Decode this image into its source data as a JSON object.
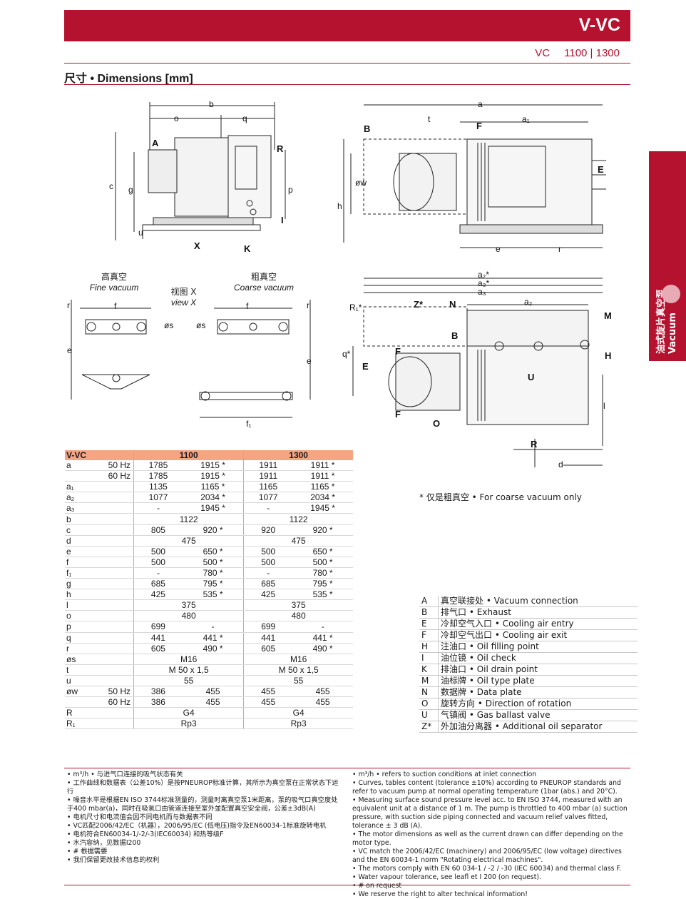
{
  "header": {
    "title": "V-VC",
    "models": [
      "VC",
      "1100",
      "1300"
    ]
  },
  "section_title": "尺寸 • Dimensions [mm]",
  "side_tab": {
    "zh": "油式旋片真空泵",
    "en": "Vacuum"
  },
  "drawing_labels": {
    "front": [
      "b",
      "o",
      "q",
      "A",
      "R",
      "c",
      "g",
      "p",
      "u",
      "I",
      "X",
      "K"
    ],
    "side": [
      "a",
      "t",
      "a1",
      "B",
      "F",
      "E",
      "øw",
      "h",
      "e",
      "r"
    ],
    "top": [
      "a2*",
      "a3*",
      "a3",
      "Z*",
      "N",
      "a2",
      "M",
      "R1*",
      "B",
      "H",
      "q*",
      "F",
      "E",
      "U",
      "F",
      "O",
      "l",
      "R",
      "d"
    ],
    "foot": [
      "f",
      "øs",
      "e",
      "r",
      "f",
      "øs",
      "r",
      "e",
      "f1"
    ]
  },
  "captions": {
    "fine": {
      "zh": "高真空",
      "en": "Fine vacuum"
    },
    "view": {
      "zh": "视图 X",
      "en": "view X"
    },
    "coarse": {
      "zh": "粗真空",
      "en": "Coarse vacuum"
    }
  },
  "coarse_note": "* 仅是粗真空 • For coarse vacuum only",
  "spec_table": {
    "header": [
      "V-VC",
      "1100",
      "1300"
    ],
    "rows": [
      {
        "k": "a",
        "hz": "50 Hz",
        "v": [
          "1785",
          "1915 *",
          "1911",
          "1911 *"
        ]
      },
      {
        "k": "",
        "hz": "60 Hz",
        "v": [
          "1785",
          "1915 *",
          "1911",
          "1911 *"
        ]
      },
      {
        "k": "a₁",
        "hz": "",
        "v": [
          "1135",
          "1165 *",
          "1165",
          "1165 *"
        ]
      },
      {
        "k": "a₂",
        "hz": "",
        "v": [
          "1077",
          "2034 *",
          "1077",
          "2034 *"
        ]
      },
      {
        "k": "a₃",
        "hz": "",
        "v": [
          "-",
          "1945 *",
          "-",
          "1945 *"
        ]
      },
      {
        "k": "b",
        "hz": "",
        "m": [
          "1122",
          "1122"
        ]
      },
      {
        "k": "c",
        "hz": "",
        "v": [
          "805",
          "920 *",
          "920",
          "920 *"
        ]
      },
      {
        "k": "d",
        "hz": "",
        "m": [
          "475",
          "475"
        ]
      },
      {
        "k": "e",
        "hz": "",
        "v": [
          "500",
          "650 *",
          "500",
          "650 *"
        ]
      },
      {
        "k": "f",
        "hz": "",
        "v": [
          "500",
          "500 *",
          "500",
          "500 *"
        ]
      },
      {
        "k": "f₁",
        "hz": "",
        "v": [
          "-",
          "780 *",
          "-",
          "780 *"
        ]
      },
      {
        "k": "g",
        "hz": "",
        "v": [
          "685",
          "795 *",
          "685",
          "795 *"
        ]
      },
      {
        "k": "h",
        "hz": "",
        "v": [
          "425",
          "535 *",
          "425",
          "535 *"
        ]
      },
      {
        "k": "l",
        "hz": "",
        "m": [
          "375",
          "375"
        ]
      },
      {
        "k": "o",
        "hz": "",
        "m": [
          "480",
          "480"
        ]
      },
      {
        "k": "p",
        "hz": "",
        "v": [
          "699",
          "-",
          "699",
          "-"
        ]
      },
      {
        "k": "q",
        "hz": "",
        "v": [
          "441",
          "441 *",
          "441",
          "441 *"
        ]
      },
      {
        "k": "r",
        "hz": "",
        "v": [
          "605",
          "490 *",
          "605",
          "490 *"
        ]
      },
      {
        "k": "øs",
        "hz": "",
        "m": [
          "M16",
          "M16"
        ]
      },
      {
        "k": "t",
        "hz": "",
        "m": [
          "M 50 x 1,5",
          "M 50 x 1,5"
        ]
      },
      {
        "k": "u",
        "hz": "",
        "m": [
          "55",
          "55"
        ]
      },
      {
        "k": "øw",
        "hz": "50 Hz",
        "v": [
          "386",
          "455",
          "455",
          "455"
        ]
      },
      {
        "k": "",
        "hz": "60 Hz",
        "v": [
          "386",
          "455",
          "455",
          "455"
        ]
      },
      {
        "k": "R",
        "hz": "",
        "m": [
          "G4",
          "G4"
        ]
      },
      {
        "k": "R₁",
        "hz": "",
        "m": [
          "Rp3",
          "Rp3"
        ]
      }
    ]
  },
  "legend": [
    {
      "k": "A",
      "t": "真空联接处 • Vacuum connection"
    },
    {
      "k": "B",
      "t": "排气口 • Exhaust"
    },
    {
      "k": "E",
      "t": "冷却空气入口 • Cooling air entry"
    },
    {
      "k": "F",
      "t": "冷却空气出口 • Cooling air exit"
    },
    {
      "k": "H",
      "t": "注油口 • Oil filling point"
    },
    {
      "k": "I",
      "t": "油位镜 • Oil check"
    },
    {
      "k": "K",
      "t": "排油口 • Oil drain point"
    },
    {
      "k": "M",
      "t": "油标牌 • Oil type plate"
    },
    {
      "k": "N",
      "t": "数据牌 • Data plate"
    },
    {
      "k": "O",
      "t": "旋转方向 • Direction of rotation"
    },
    {
      "k": "U",
      "t": "气镇阀 • Gas ballast valve"
    },
    {
      "k": "Z*",
      "t": "外加油分离器 • Additional oil separator"
    }
  ],
  "footnotes_zh": [
    "• m³/h • 与进气口连接的吸气状态有关",
    "• 工作曲线和数据表（公差10%）是按PNEUROP标准计算，其所示为真空泵在正常状态下运行",
    "• 噪音水平是根据EN ISO 3744标准测量的，测量时离真空泵1米距离，泵的吸气口真空度处于400 mbar(a)，同时在吸氢口由管道连接至室外並配置真空安全阀，公差±3dB(A)",
    "• 电机尺寸和电流值会因不同电机而与数据表不同",
    "• VC匹配2006/42/EC（机器），2006/95/EC (低电压)指令及EN60034-1标准旋转电机",
    "• 电机符合EN60034-1/-2/-3(IEC60034) 和热等级F",
    "• 水汽容纳，见数据I200",
    "• # 根据需要",
    "• 我们保留更改技术信息的权利"
  ],
  "footnotes_en": [
    "• m³/h • refers to suction conditions at inlet connection",
    "• Curves, tables content (tolerance ±10%) according to PNEUROP standards and refer to vacuum pump at normal operating temperature (1bar (abs.) and 20°C).",
    "• Measuring surface sound pressure level acc. to EN ISO 3744, measured with an equivalent unit at a distance of 1 m. The pump is throttled to 400 mbar (a) suction pressure, with suction side piping connected and vacuum relief valves fitted, tolerance ± 3 dB (A).",
    "• The motor dimensions as well as the current drawn can differ depending on the motor type.",
    "• VC match the 2006/42/EC (machinery) and 2006/95/EC (low voltage) directives and the EN 60034-1 norm \"Rotating electrical machines\".",
    "• The motors comply with EN 60 034-1 / -2 / -30 (IEC 60034) and thermal class F.",
    "• Water vapour tolerance, see leafl et I 200 (on request).",
    "• # on request",
    "• We reserve the right to alter technical information!"
  ],
  "colors": {
    "brand": "#b5122f",
    "table_header": "#f4a582"
  }
}
